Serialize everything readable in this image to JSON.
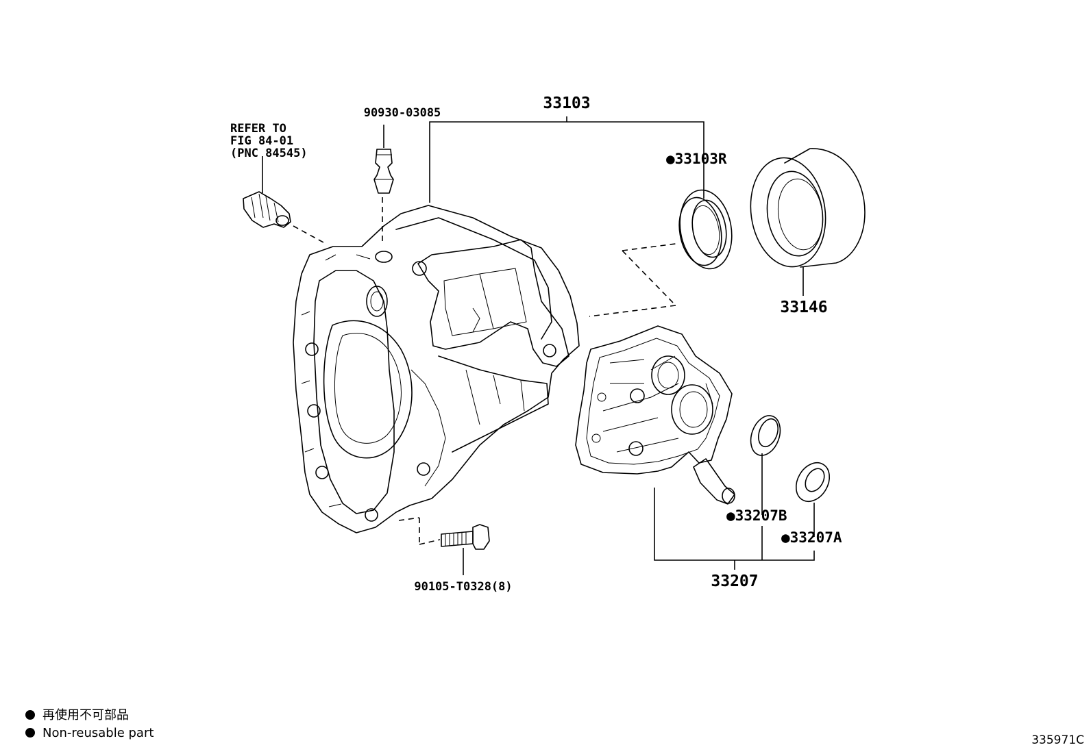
{
  "labels": {
    "case_assy": "33103",
    "breather_plug": "90930-03085",
    "refer_line1": "REFER TO",
    "refer_line2": "FIG 84-01",
    "refer_line3": "(PNC 84545)",
    "oil_seal_r": "●33103R",
    "cover_ring": "33146",
    "bolt": "90105-T0328(8)",
    "seal_b": "●33207B",
    "seal_a": "●33207A",
    "cover_assy": "33207"
  },
  "legend": {
    "line_jp": "再使用不可部品",
    "line_en": "Non-reusable part"
  },
  "figure_id": "335971C"
}
